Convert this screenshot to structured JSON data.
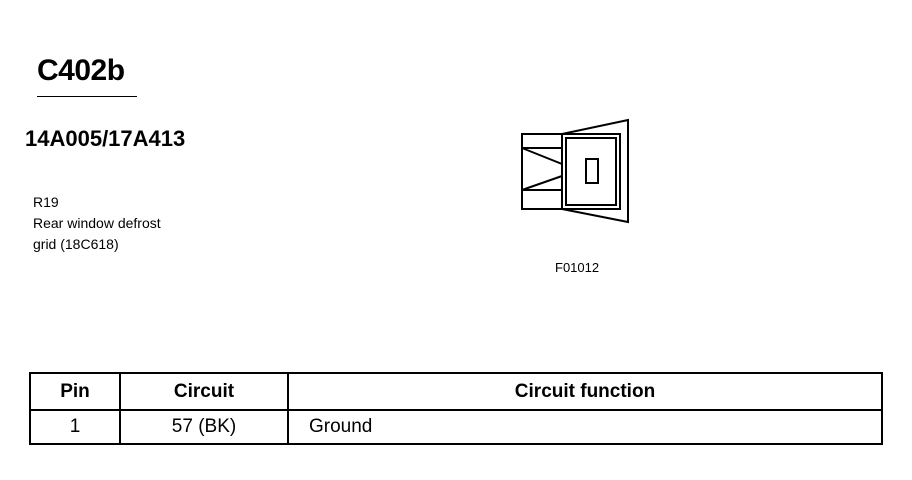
{
  "header": {
    "connector_id": "C402b",
    "part_numbers": "14A005/17A413"
  },
  "component": {
    "ref": "R19",
    "name_line1": "Rear window defrost",
    "name_line2": "grid (18C618)"
  },
  "figure": {
    "code": "F01012",
    "icon": "connector-face-icon"
  },
  "pin_table": {
    "headers": [
      "Pin",
      "Circuit",
      "Circuit function"
    ],
    "rows": [
      [
        "1",
        "57 (BK)",
        "Ground"
      ]
    ]
  }
}
